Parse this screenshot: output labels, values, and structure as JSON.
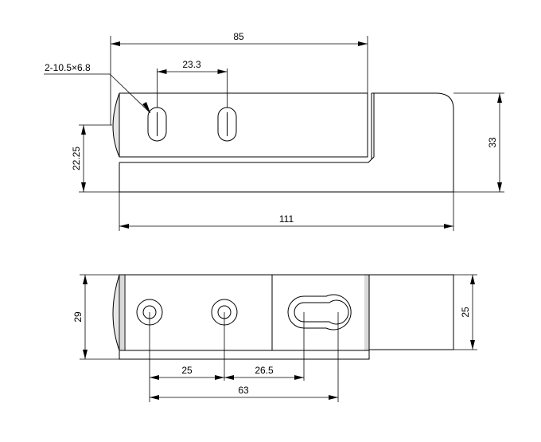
{
  "colors": {
    "line": "#000000",
    "background": "#ffffff",
    "shading": "#e6e6e6"
  },
  "dimensions": {
    "top_view": {
      "overall_length_upper": "85",
      "slot_spacing": "23.3",
      "slot_callout": "2-10.5×6.8",
      "height_left": "22.25",
      "height_right": "33",
      "overall_length": "111"
    },
    "bottom_view": {
      "width_left": "29",
      "width_right": "25",
      "hole_spacing_1": "25",
      "hole_spacing_2": "26.5",
      "hole_span": "63"
    }
  }
}
